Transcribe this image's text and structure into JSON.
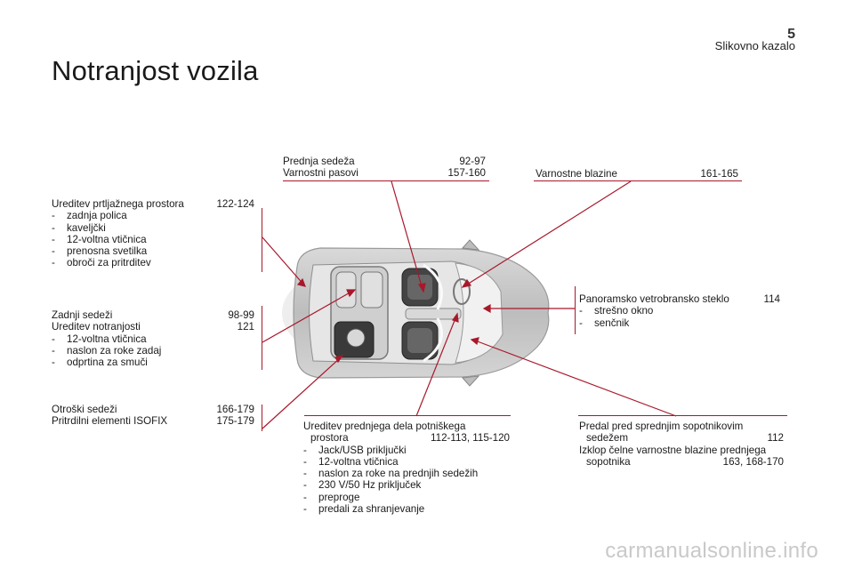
{
  "header": {
    "page_number": "5",
    "section": "Slikovno kazalo"
  },
  "title": "Notranjost vozila",
  "blocks": {
    "trunk": {
      "row1": {
        "label": "Ureditev prtljažnega prostora",
        "pages": "122-124"
      },
      "items": [
        "zadnja polica",
        "kaveljčki",
        "12-voltna vtičnica",
        "prenosna svetilka",
        "obroči za pritrditev"
      ]
    },
    "rear": {
      "row1": {
        "label": "Zadnji sedeži",
        "pages": "98-99"
      },
      "row2": {
        "label": "Ureditev notranjosti",
        "pages": "121"
      },
      "items": [
        "12-voltna vtičnica",
        "naslon za roke zadaj",
        "odprtina za smuči"
      ]
    },
    "child": {
      "row1": {
        "label": "Otroški sedeži",
        "pages": "166-179"
      },
      "row2": {
        "label": "Pritrdilni elementi ISOFIX",
        "pages": "175-179"
      }
    },
    "front_seats": {
      "row1": {
        "label": "Prednja sedeža",
        "pages": "92-97"
      },
      "row2": {
        "label": "Varnostni pasovi",
        "pages": "157-160"
      }
    },
    "airbags": {
      "row1": {
        "label": "Varnostne blazine",
        "pages": "161-165"
      }
    },
    "windscreen": {
      "row1": {
        "label": "Panoramsko vetrobransko steklo",
        "pages": "114"
      },
      "items": [
        "strešno okno",
        "senčnik"
      ]
    },
    "front_fittings": {
      "line1": "Ureditev prednjega dela potniškega",
      "row2": {
        "label": "prostora",
        "pages": "112-113, 115-120"
      },
      "items": [
        "Jack/USB priključki",
        "12-voltna vtičnica",
        "naslon za roke na prednjih sedežih",
        "230 V/50 Hz priključek",
        "preproge",
        "predali za shranjevanje"
      ]
    },
    "glovebox": {
      "line1": "Predal pred sprednjim sopotnikovim",
      "row2": {
        "label": "sedežem",
        "pages": "112"
      },
      "line3": "Izklop čelne varnostne blazine prednjega",
      "row4": {
        "label": "sopotnika",
        "pages": "163, 168-170"
      }
    }
  },
  "watermark": "carmanualsonline.info",
  "colors": {
    "accent": "#a8182b",
    "text": "#1a1a1a",
    "car_body": "#cfcfcf"
  }
}
